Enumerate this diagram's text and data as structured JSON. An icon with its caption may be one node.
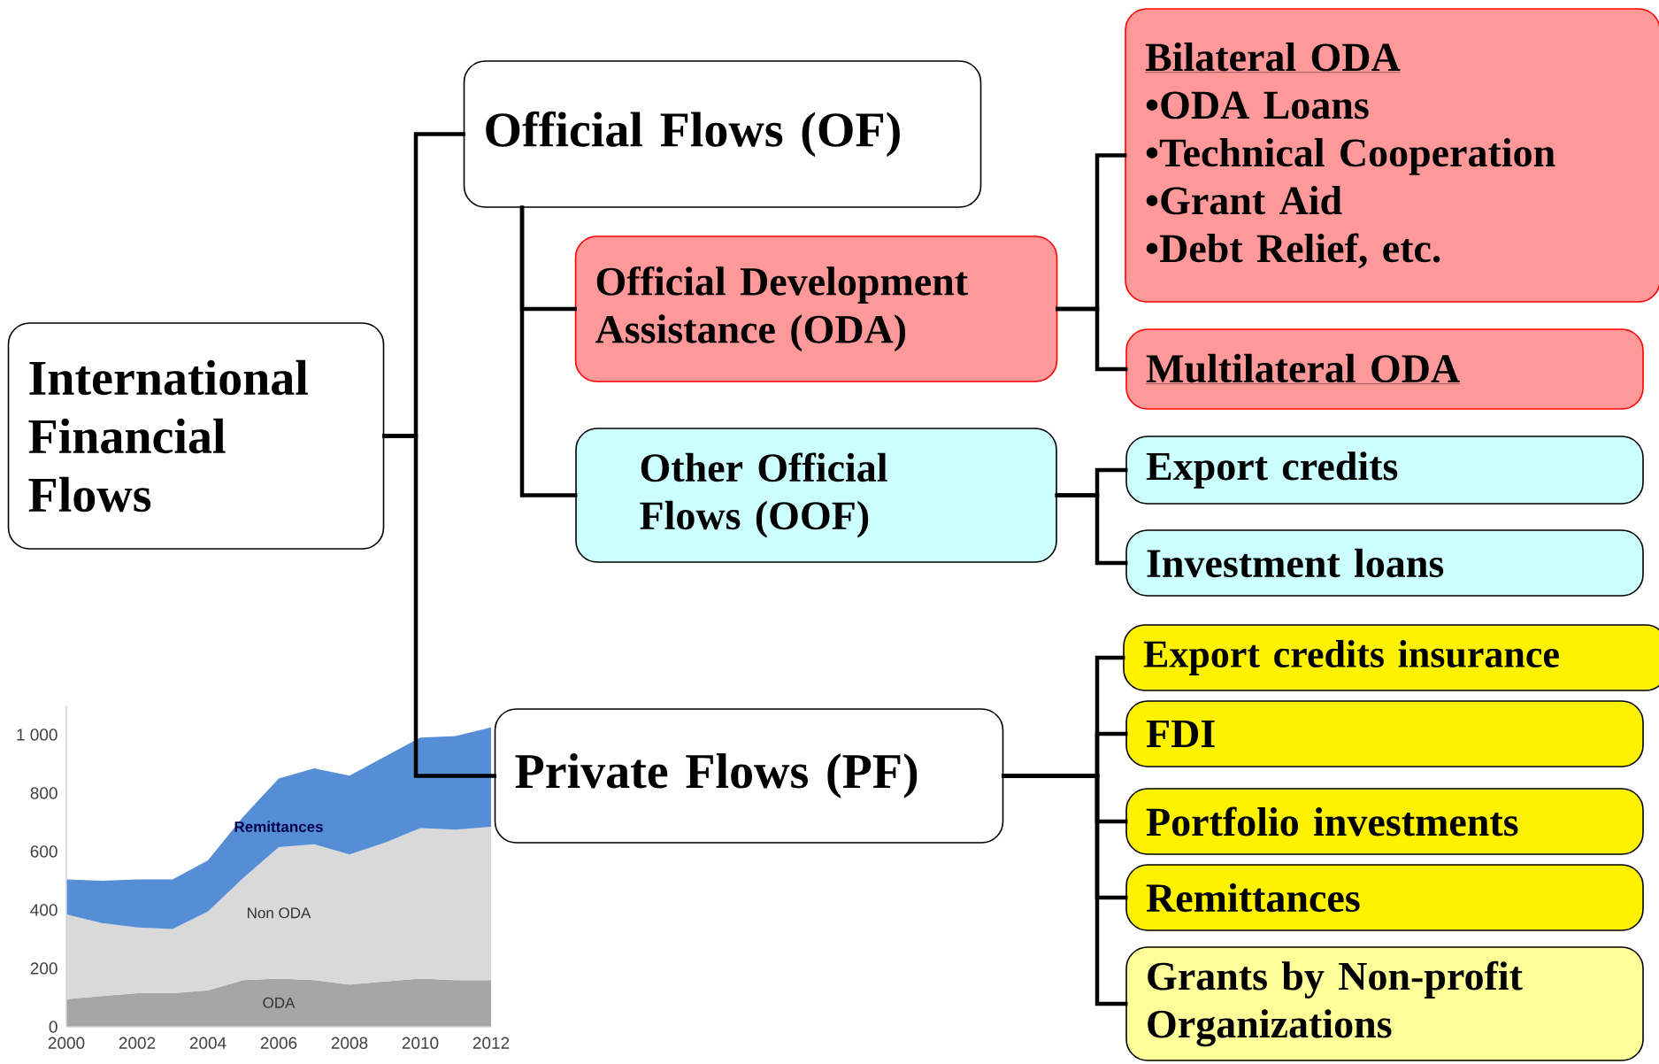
{
  "diagram": {
    "nodes": [
      {
        "text": [
          "International Financial Flows"
        ]
      },
      {
        "text": [
          "Official Flows (OF)"
        ]
      },
      {
        "text": [
          "Official Development Assistance (ODA)"
        ]
      },
      {
        "text": [
          "Other Official Flows (OOF)"
        ]
      },
      {
        "text": [
          "Private Flows (PF)"
        ]
      },
      {
        "text": [
          "Bilateral ODA",
          "•ODA Loans",
          "•Technical Cooperation",
          "•Grant Aid",
          "•Debt Relief, etc."
        ]
      },
      {
        "text": [
          "Multilateral ODA"
        ]
      },
      {
        "text": [
          "Export credits"
        ]
      },
      {
        "text": [
          "Investment loans"
        ]
      },
      {
        "text": [
          "Export credits insurance"
        ]
      },
      {
        "text": [
          "FDI"
        ]
      },
      {
        "text": [
          "Portfolio investments"
        ]
      },
      {
        "text": [
          "Remittances"
        ]
      },
      {
        "text": [
          "Grants by Non-profit Organizations"
        ]
      }
    ],
    "edges": [
      {
        "from": 0,
        "to": 1,
        "arrow": "none"
      },
      {
        "from": 0,
        "to": 4,
        "arrow": "none"
      },
      {
        "from": 1,
        "to": 2,
        "arrow": "none"
      },
      {
        "from": 1,
        "to": 3,
        "arrow": "none"
      },
      {
        "from": 2,
        "to": 5,
        "arrow": "none"
      },
      {
        "from": 2,
        "to": 6,
        "arrow": "none"
      },
      {
        "from": 3,
        "to": 7,
        "arrow": "none"
      },
      {
        "from": 3,
        "to": 8,
        "arrow": "none"
      },
      {
        "from": 4,
        "to": 9,
        "arrow": "none"
      },
      {
        "from": 4,
        "to": 10,
        "arrow": "none"
      },
      {
        "from": 4,
        "to": 11,
        "arrow": "none"
      },
      {
        "from": 4,
        "to": 12,
        "arrow": "none"
      },
      {
        "from": 4,
        "to": 13,
        "arrow": "none"
      }
    ],
    "chart_data": {
      "type": "area",
      "stacked": true,
      "x": [
        2000,
        2001,
        2002,
        2003,
        2004,
        2005,
        2006,
        2007,
        2008,
        2009,
        2010,
        2011,
        2012
      ],
      "series": [
        {
          "name": "ODA",
          "color": "#a6a6a6",
          "values": [
            95,
            105,
            115,
            115,
            125,
            160,
            165,
            160,
            145,
            155,
            165,
            160,
            160
          ]
        },
        {
          "name": "Non ODA",
          "color": "#d9d9d9",
          "values": [
            290,
            250,
            225,
            220,
            270,
            350,
            450,
            465,
            445,
            475,
            515,
            515,
            525
          ]
        },
        {
          "name": "Remittances",
          "color": "#558ed5",
          "values": [
            120,
            145,
            165,
            170,
            175,
            210,
            235,
            260,
            270,
            295,
            310,
            320,
            340
          ]
        }
      ],
      "xlim": [
        2000,
        2012
      ],
      "ylim": [
        0,
        1100
      ],
      "xticks": [
        2000,
        2002,
        2004,
        2006,
        2008,
        2010,
        2012
      ],
      "yticks": [
        0,
        200,
        400,
        600,
        800,
        {
          "value": 1000,
          "label": "1 000"
        }
      ]
    }
  }
}
